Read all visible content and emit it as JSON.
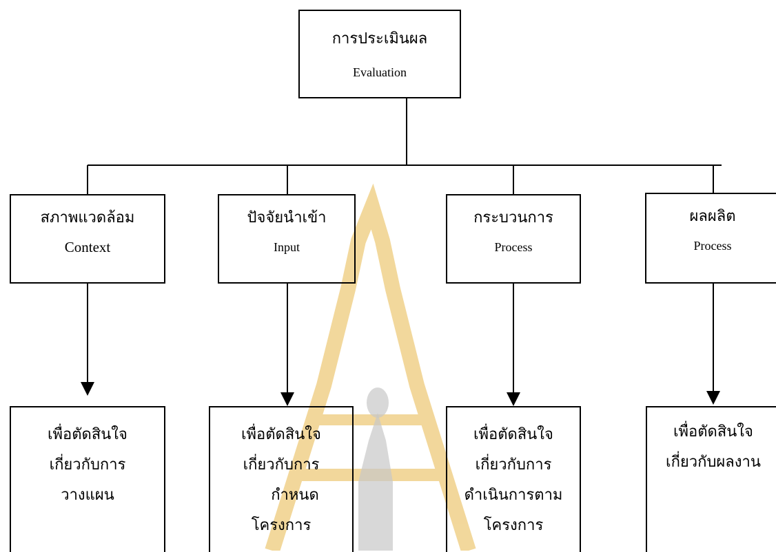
{
  "top": {
    "thai": "การประเมินผล",
    "english": "Evaluation"
  },
  "categories": [
    {
      "thai": "สภาพแวดล้อม",
      "english": "Context",
      "decision": [
        "เพื่อตัดสินใจ",
        "เกี่ยวกับการ",
        "วางแผน"
      ]
    },
    {
      "thai": "ปัจจัยนำเข้า",
      "english": "Input",
      "decision": [
        "เพื่อตัดสินใจ",
        "เกี่ยวกับการ",
        "กำหนด",
        "โครงการ"
      ]
    },
    {
      "thai": "กระบวนการ",
      "english": "Process",
      "decision": [
        "เพื่อตัดสินใจ",
        "เกี่ยวกับการ",
        "ดำเนินการตาม",
        "โครงการ"
      ]
    },
    {
      "thai": "ผลผลิต",
      "english": "Process",
      "decision": [
        "เพื่อตัดสินใจ",
        "เกี่ยวกับผลงาน"
      ]
    }
  ],
  "colors": {
    "line": "#000000",
    "watermark": "#e8b84a",
    "watermark_figure": "#9a9a9a"
  }
}
